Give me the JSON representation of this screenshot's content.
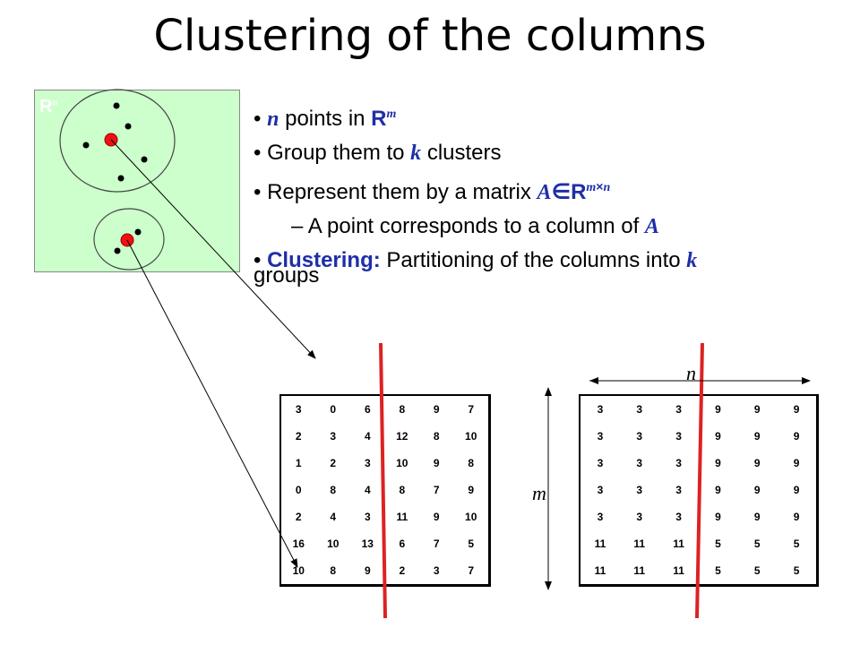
{
  "title": "Clustering of the columns",
  "space_label": "R",
  "space_label_sup": "n",
  "bullets": {
    "b1_var": "n",
    "b1_text": " points in ",
    "b1_space": "R",
    "b1_space_sup": "m",
    "b2_text": "Group them to ",
    "b2_var": "k",
    "b2_text2": " clusters",
    "b3_text": "Represent them by a matrix ",
    "b3_var": "A",
    "b3_in": "∈",
    "b3_space": "R",
    "b3_sup_m": "m",
    "b3_sup_x": "×",
    "b3_sup_n": "n",
    "sub_text": "A point corresponds to a column of ",
    "sub_var": "A",
    "b4_bold": "Clustering:",
    "b4_text": " Partitioning of the columns into ",
    "b4_var": "k",
    "b4_cont": "groups"
  },
  "matrix_a": [
    [
      "3",
      "0",
      "6",
      "8",
      "9",
      "7"
    ],
    [
      "2",
      "3",
      "4",
      "12",
      "8",
      "10"
    ],
    [
      "1",
      "2",
      "3",
      "10",
      "9",
      "8"
    ],
    [
      "0",
      "8",
      "4",
      "8",
      "7",
      "9"
    ],
    [
      "2",
      "4",
      "3",
      "11",
      "9",
      "10"
    ],
    [
      "16",
      "10",
      "13",
      "6",
      "7",
      "5"
    ],
    [
      "10",
      "8",
      "9",
      "2",
      "3",
      "7"
    ]
  ],
  "matrix_b": [
    [
      "3",
      "3",
      "3",
      "9",
      "9",
      "9"
    ],
    [
      "3",
      "3",
      "3",
      "9",
      "9",
      "9"
    ],
    [
      "3",
      "3",
      "3",
      "9",
      "9",
      "9"
    ],
    [
      "3",
      "3",
      "3",
      "9",
      "9",
      "9"
    ],
    [
      "3",
      "3",
      "3",
      "9",
      "9",
      "9"
    ],
    [
      "11",
      "11",
      "11",
      "5",
      "5",
      "5"
    ],
    [
      "11",
      "11",
      "11",
      "5",
      "5",
      "5"
    ]
  ],
  "dim_n": "n",
  "dim_m": "m",
  "colors": {
    "accent": "#1f2fa8",
    "centroid": "#ee1111",
    "box": "#ccffcc",
    "cut_line": "#dd2222"
  }
}
